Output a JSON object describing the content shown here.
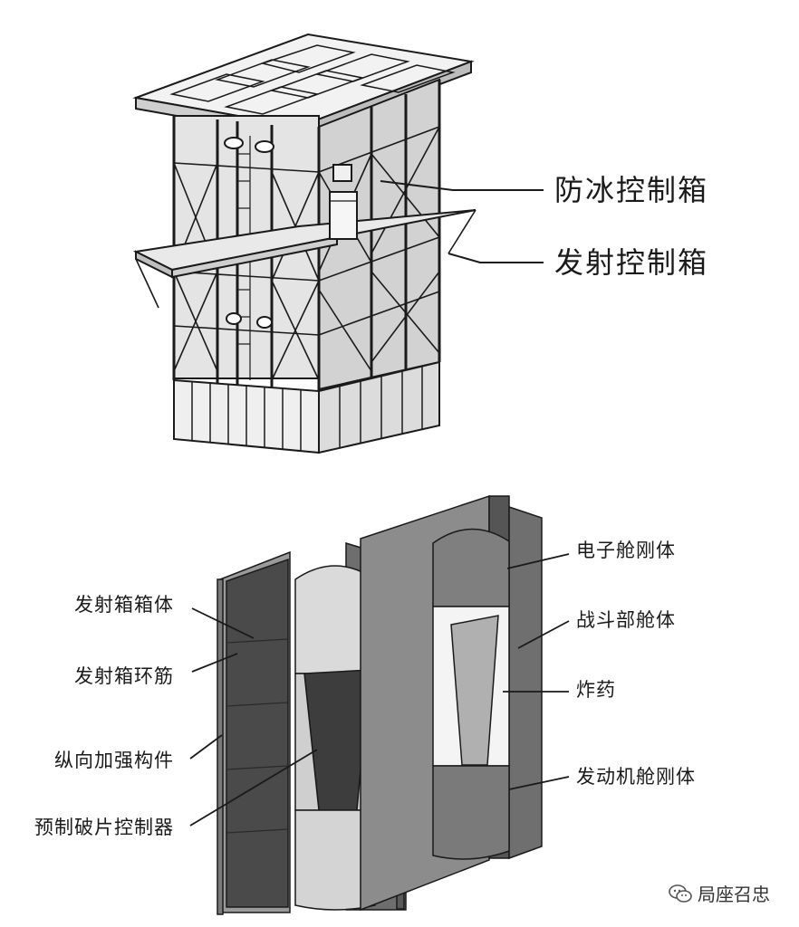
{
  "labels": {
    "anti_ice_box": "防冰控制箱",
    "launch_control_box": "发射控制箱",
    "launch_box_body": "发射箱箱体",
    "launch_box_ring_rib": "发射箱环筋",
    "longitudinal_member": "纵向加强构件",
    "fragment_controller": "预制破片控制器",
    "electronic_cabin": "电子舱刚体",
    "warhead_cabin": "战斗部舱体",
    "explosive": "炸药",
    "engine_cabin": "发动机舱刚体"
  },
  "watermark": {
    "text": "局座召忠",
    "icon": "wechat-icon"
  },
  "colors": {
    "line": "#1a1a1a",
    "panel_dark": "#4a4a4a",
    "panel_mid": "#7a7a7a",
    "panel_light": "#d6d6d6"
  }
}
